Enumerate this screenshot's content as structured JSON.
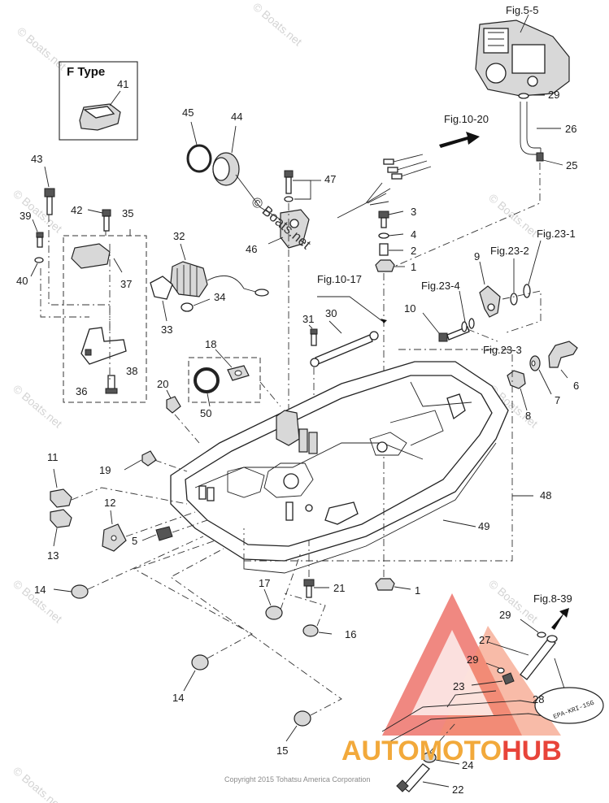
{
  "figure_refs": {
    "fig_5_5": "Fig.5-5",
    "fig_10_20": "Fig.10-20",
    "fig_10_17": "Fig.10-17",
    "fig_23_1": "Fig.23-1",
    "fig_23_2": "Fig.23-2",
    "fig_23_3": "Fig.23-3",
    "fig_23_4": "Fig.23-4",
    "fig_8_39": "Fig.8-39"
  },
  "f_type_label": "F Type",
  "callouts": {
    "c1a": "1",
    "c1b": "1",
    "c2": "2",
    "c3": "3",
    "c4": "4",
    "c5": "5",
    "c6": "6",
    "c7": "7",
    "c8": "8",
    "c9": "9",
    "c10": "10",
    "c11": "11",
    "c12": "12",
    "c13": "13",
    "c14a": "14",
    "c14b": "14",
    "c15": "15",
    "c16": "16",
    "c17": "17",
    "c18": "18",
    "c19": "19",
    "c20": "20",
    "c21": "21",
    "c22": "22",
    "c23": "23",
    "c24": "24",
    "c25": "25",
    "c26": "26",
    "c27": "27",
    "c28": "28",
    "c29a": "29",
    "c29b": "29",
    "c29c": "29",
    "c30": "30",
    "c31": "31",
    "c32": "32",
    "c33": "33",
    "c34": "34",
    "c35": "35",
    "c36": "36",
    "c37": "37",
    "c38": "38",
    "c39": "39",
    "c40": "40",
    "c41": "41",
    "c42": "42",
    "c43": "43",
    "c44": "44",
    "c45": "45",
    "c46": "46",
    "c47": "47",
    "c48": "48",
    "c49": "49",
    "c50": "50"
  },
  "watermark_text": "© Boats.net",
  "center_watermark": "© Boats.net",
  "copyright": "Copyright 2015 Tohatsu America Corporation",
  "stamp_text": "EPA-KRI-15G",
  "brand": {
    "part1": "AUTO",
    "part2": "MOTO",
    "part3": "HUB"
  },
  "colors": {
    "brand_orange": "#f2a93b",
    "brand_red": "#e8443a",
    "line": "#222222",
    "watermark": "#d4d4d4"
  }
}
